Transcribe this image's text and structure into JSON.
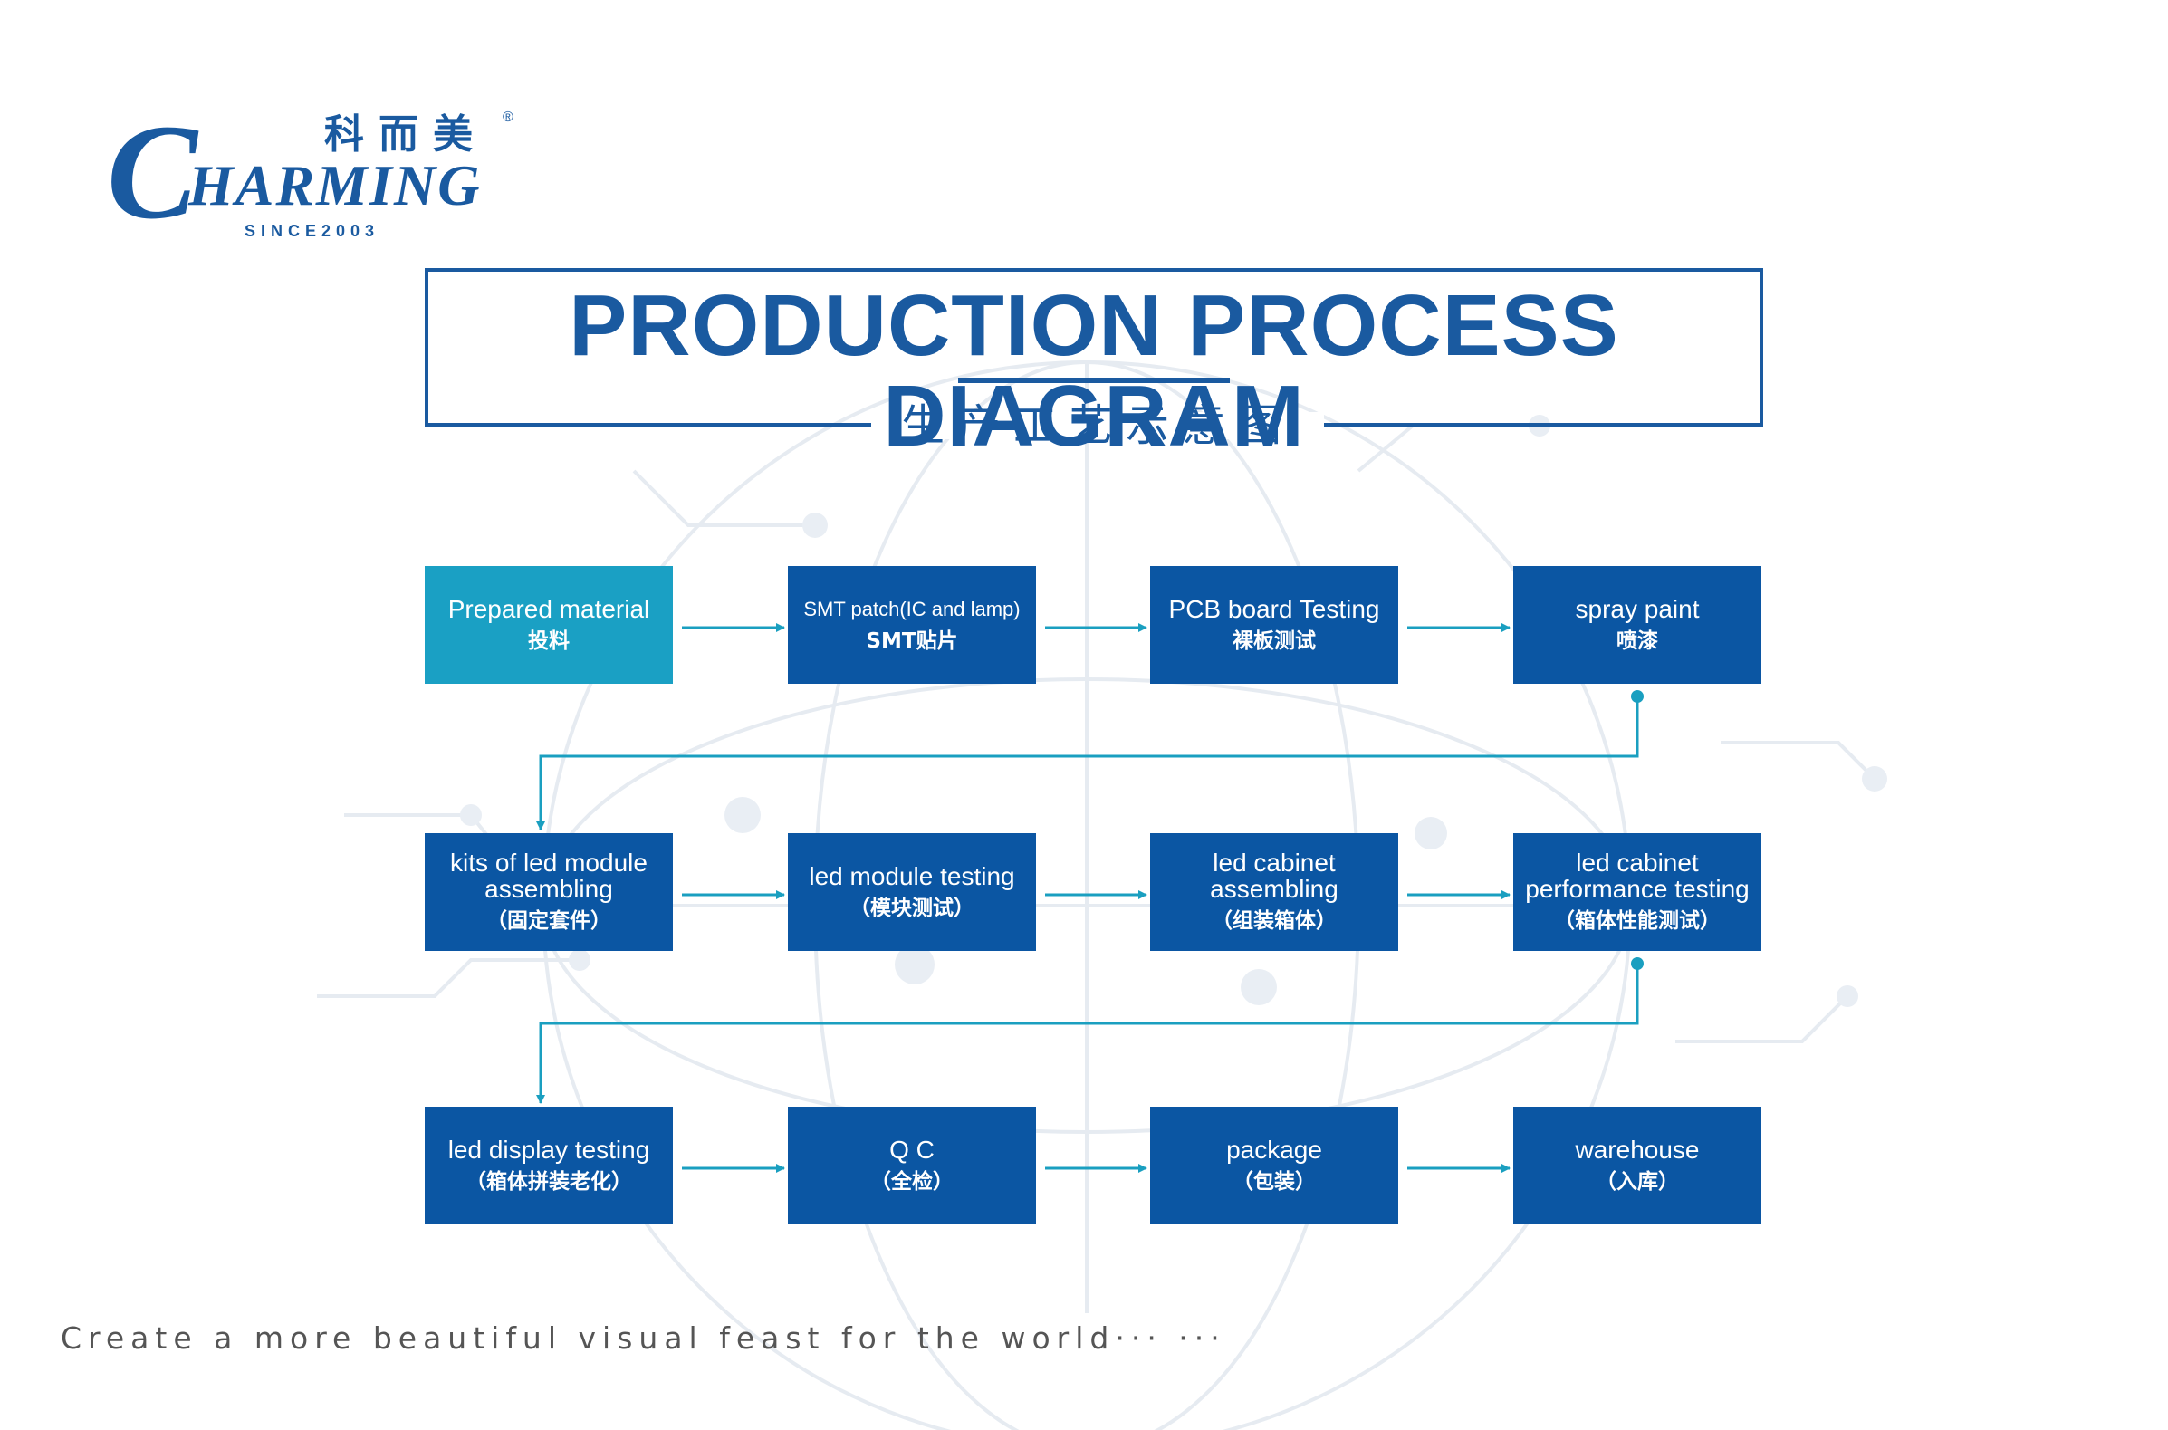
{
  "logo": {
    "initial": "C",
    "word": "HARMING",
    "chinese": "科而美",
    "registered": "®",
    "since": "SINCE2003"
  },
  "title": {
    "main": "PRODUCTION PROCESS DIAGRAM",
    "sub": "生产工艺示意图"
  },
  "steps": [
    {
      "en": "Prepared material",
      "cn": "投料"
    },
    {
      "en": "SMT patch(IC and lamp)",
      "cn": "SMT贴片"
    },
    {
      "en": "PCB board Testing",
      "cn": "裸板测试"
    },
    {
      "en": "spray paint",
      "cn": "喷漆"
    },
    {
      "en": "kits of led module assembling",
      "cn": "（固定套件）"
    },
    {
      "en": "led module testing",
      "cn": "（模块测试）"
    },
    {
      "en": "led cabinet assembling",
      "cn": "（组装箱体）"
    },
    {
      "en": "led cabinet performance testing",
      "cn": "（箱体性能测试）"
    },
    {
      "en": "led display testing",
      "cn": "（箱体拼装老化）"
    },
    {
      "en": "Q C",
      "cn": "（全检）"
    },
    {
      "en": "package",
      "cn": "（包装）"
    },
    {
      "en": "warehouse",
      "cn": "（入库）"
    }
  ],
  "footer": "Create a more beautiful visual feast for the world··· ···",
  "colors": {
    "brand": "#1a5aa0",
    "box": "#0b56a3",
    "first_box": "#1aa0c4",
    "connector": "#1a9fc0"
  }
}
